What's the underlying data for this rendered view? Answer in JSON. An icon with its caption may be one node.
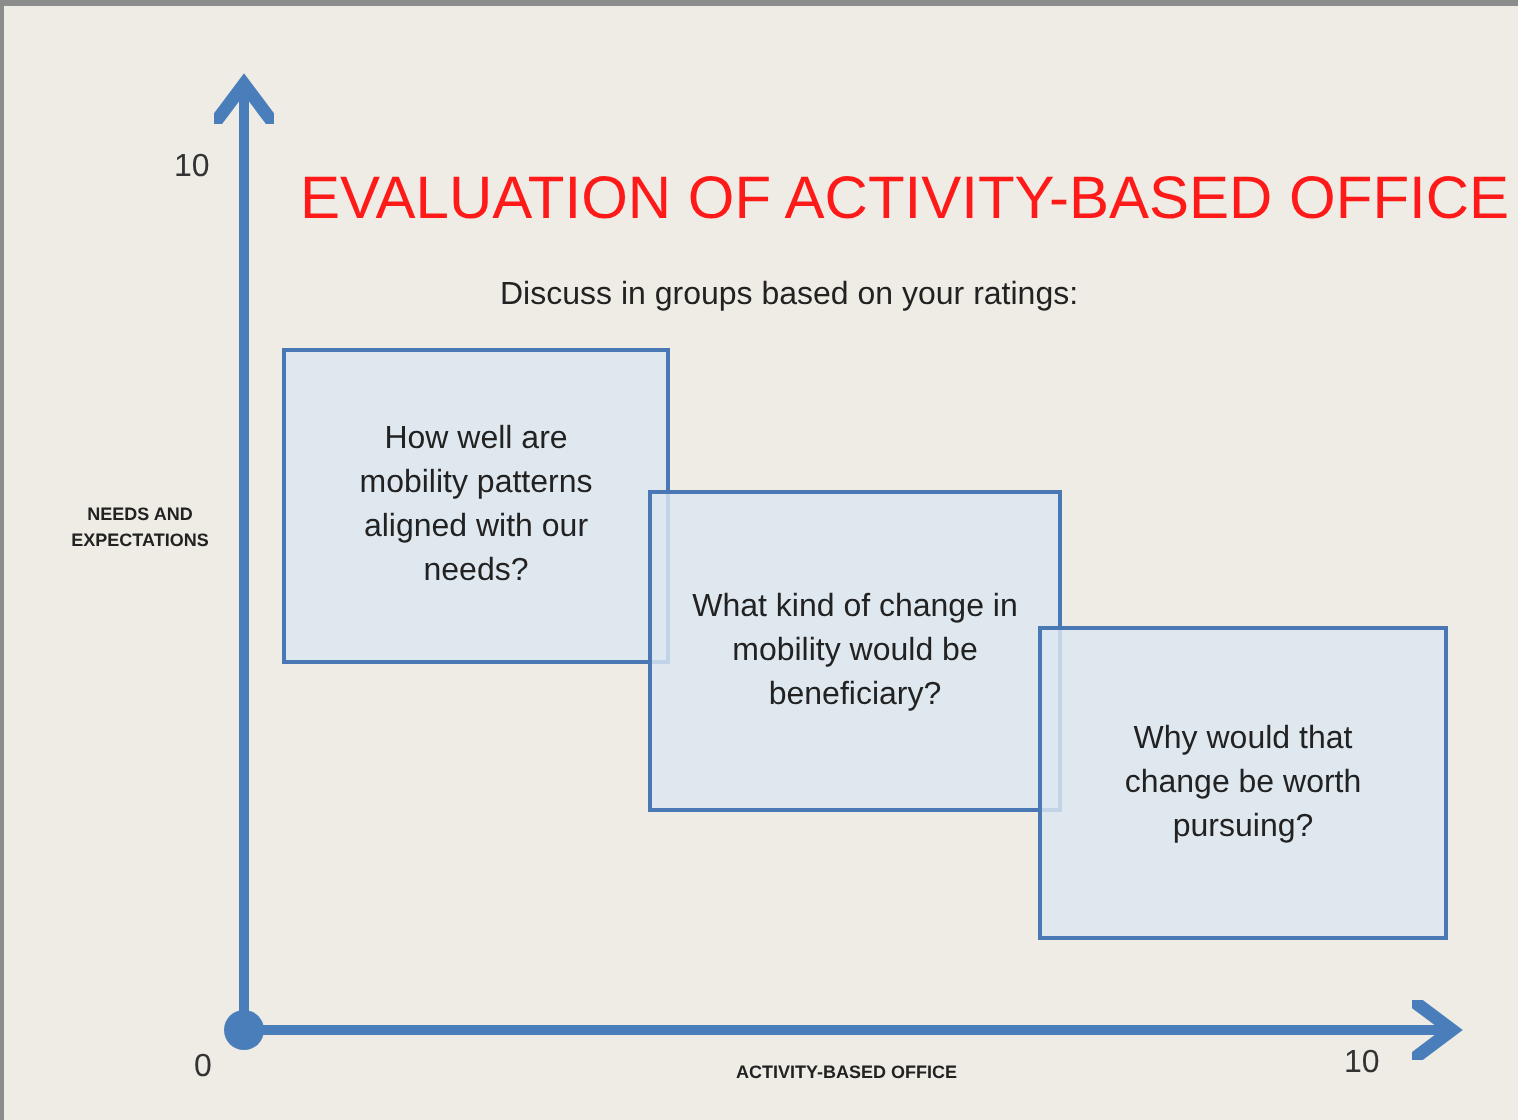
{
  "diagram": {
    "title": "EVALUATION OF ACTIVITY-BASED OFFICE",
    "nodes": [
      {
        "text": [
          "How well are mobility patterns aligned with our needs?"
        ]
      },
      {
        "text": [
          "What kind of change in mobility would be beneficiary?"
        ]
      },
      {
        "text": [
          "Why would that change be worth pursuing?"
        ]
      }
    ],
    "labels": [
      "10",
      "Discuss in groups based on your ratings:",
      "NEEDS AND EXPECTATIONS",
      "0",
      "ACTIVITY-BASED OFFICE",
      "10"
    ]
  }
}
